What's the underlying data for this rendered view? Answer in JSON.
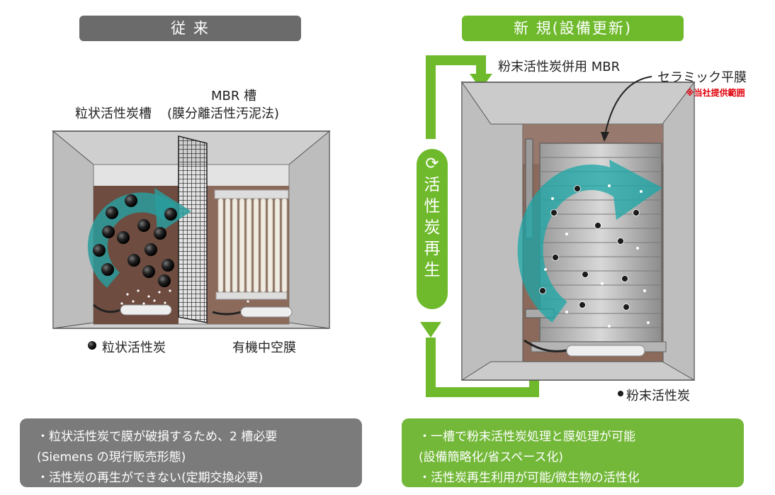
{
  "left": {
    "header": "従 来",
    "tank1_label": "粒状活性炭槽",
    "tank2_label_line1": "MBR 槽",
    "tank2_label_line2": "(膜分離活性汚泥法)",
    "legend_carbon": "粒状活性炭",
    "legend_membrane": "有機中空膜",
    "notes": [
      "・粒状活性炭で膜が破損するため、2 槽必要",
      "  (Siemens の現行販売形態)",
      "・活性炭の再生ができない(定期交換必要)"
    ]
  },
  "right": {
    "header": "新 規(設備更新)",
    "tank_label": "粉末活性炭併用 MBR",
    "membrane_label": "セラミック平膜",
    "scope_note": "※当社提供範囲",
    "regen_chars": [
      "活",
      "性",
      "炭",
      "再",
      "生"
    ],
    "legend_carbon": "粉末活性炭",
    "notes": [
      "・一槽で粉末活性炭処理と膜処理が可能",
      "  (設備簡略化/省スペース化)",
      "・活性炭再生利用が可能/微生物の活性化"
    ]
  },
  "colors": {
    "old_gray": "#6b6b6b",
    "new_green": "#6fba2c",
    "water_brown": "#8b6a5c",
    "tank_gray": "#c9c9c9",
    "teal_arrow": "#2a9c9c",
    "note_red": "#e0000a"
  },
  "icons": [
    "refresh-icon",
    "curved-arrow-icon",
    "carbon-dot-icon"
  ]
}
